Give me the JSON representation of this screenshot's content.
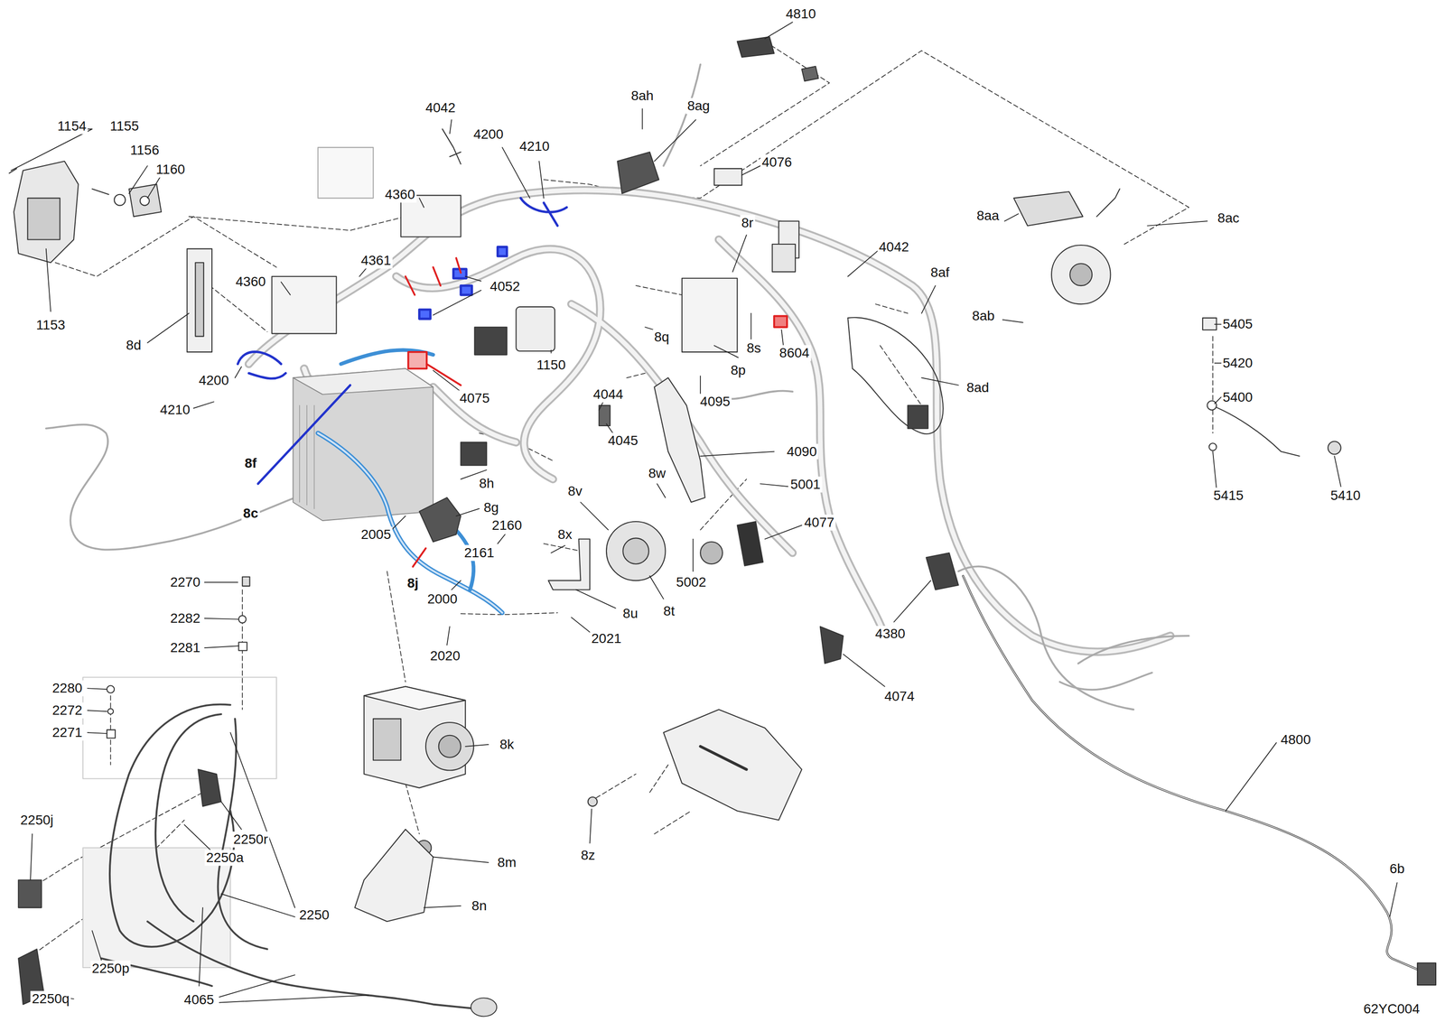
{
  "diagram": {
    "labels": [
      "1154",
      "1155",
      "1156",
      "1160",
      "1153",
      "8d",
      "4200",
      "4210",
      "4360",
      "4361",
      "4360",
      "4042",
      "4200",
      "4210",
      "4052",
      "4075",
      "1150",
      "8f",
      "8c",
      "8h",
      "8g",
      "2160",
      "2161",
      "2005",
      "8j",
      "2000",
      "2020",
      "2021",
      "8ah",
      "8ag",
      "4810",
      "4076",
      "8r",
      "4042",
      "8aa",
      "8ac",
      "8af",
      "8ab",
      "8q",
      "8s",
      "8p",
      "8604",
      "4095",
      "4044",
      "4045",
      "8ad",
      "4090",
      "5001",
      "8w",
      "8v",
      "8x",
      "5002",
      "4077",
      "8u",
      "8t",
      "4380",
      "4074",
      "5405",
      "5420",
      "5400",
      "5415",
      "5410",
      "2270",
      "2282",
      "2281",
      "2280",
      "2272",
      "2271",
      "2250j",
      "2250r",
      "2250a",
      "2250",
      "2250p",
      "2250q",
      "4065",
      "8k",
      "8m",
      "8n",
      "8z",
      "4800",
      "6b",
      "62YC004"
    ]
  }
}
